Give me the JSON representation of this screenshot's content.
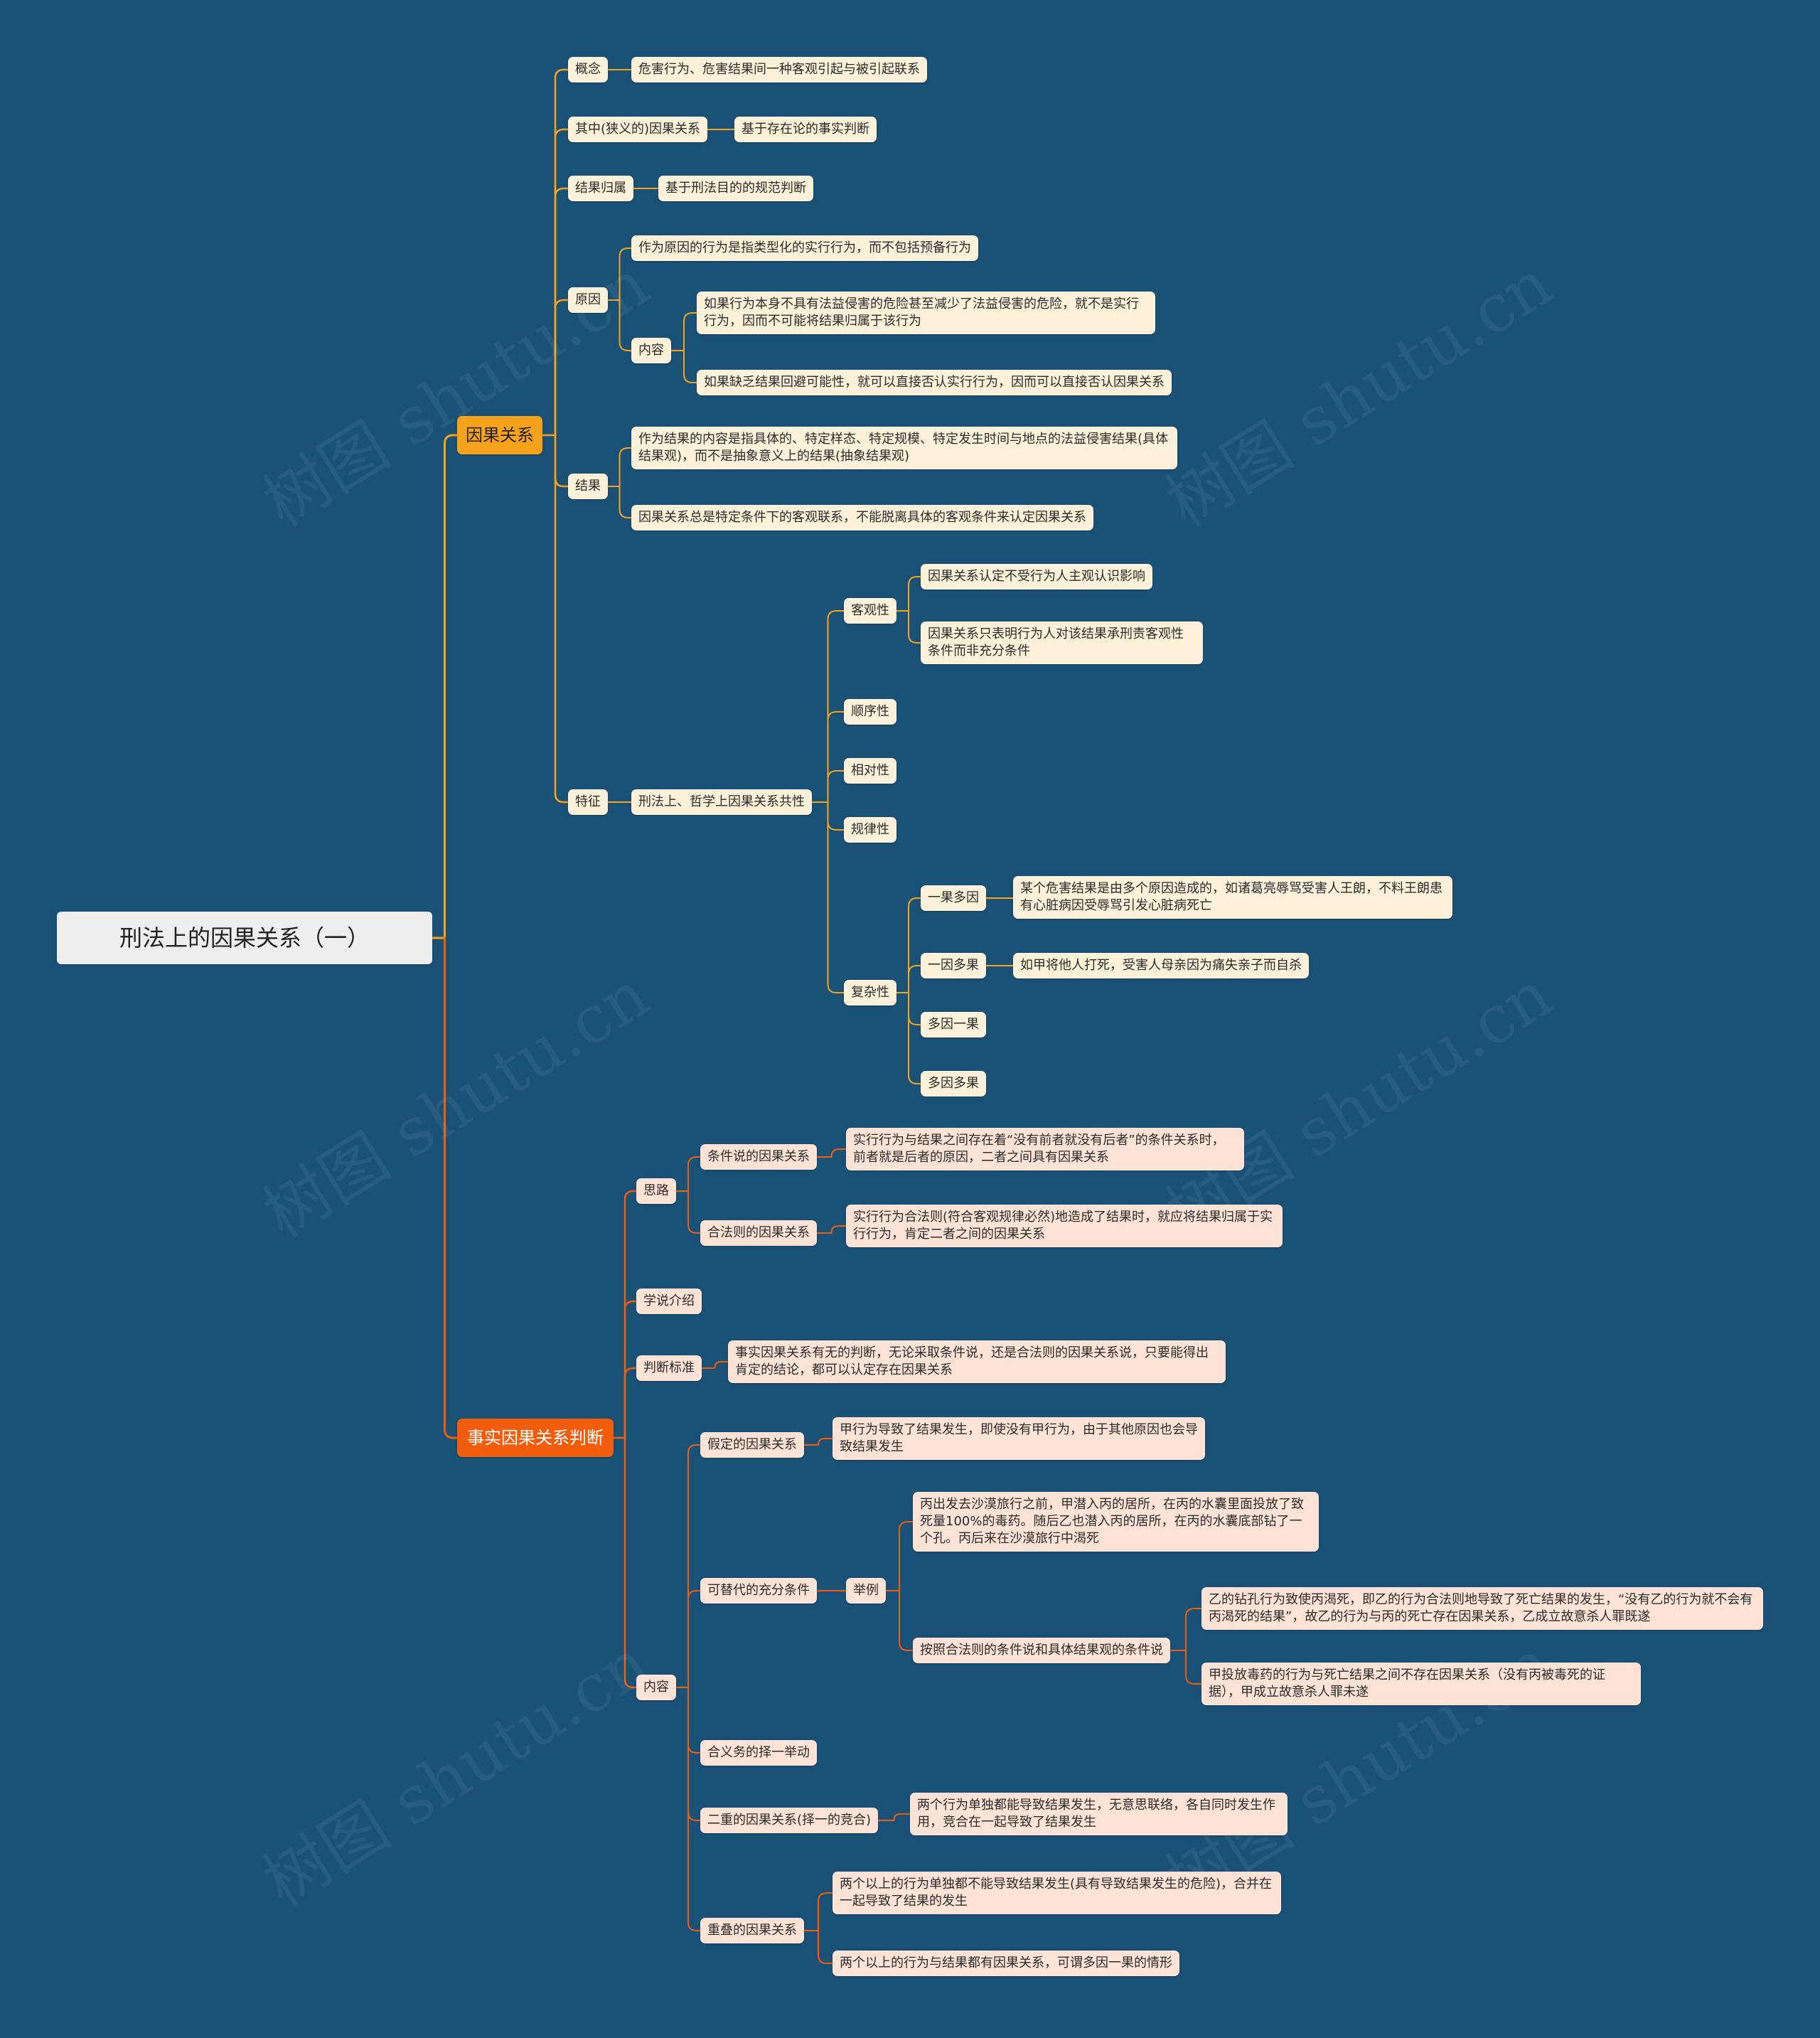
{
  "root": "刑法上的因果关系（一）",
  "branch_a": {
    "label": "因果关系",
    "concept": "概念",
    "concept_def": "危害行为、危害结果间一种客观引起与被引起联系",
    "narrow": "其中(狭义的)因果关系",
    "narrow_def": "基于存在论的事实判断",
    "attribution": "结果归属",
    "attribution_def": "基于刑法目的的规范判断",
    "cause": "原因",
    "cause_c1": "作为原因的行为是指类型化的实行行为，而不包括预备行为",
    "content": "内容",
    "content_c1": "如果行为本身不具有法益侵害的危险甚至减少了法益侵害的危险，就不是实行行为，因而不可能将结果归属于该行为",
    "content_c2": "如果缺乏结果回避可能性，就可以直接否认实行行为，因而可以直接否认因果关系",
    "result": "结果",
    "result_c1": "作为结果的内容是指具体的、特定样态、特定规模、特定发生时间与地点的法益侵害结果(具体结果观)，而不是抽象意义上的结果(抽象结果观)",
    "result_c2": "因果关系总是特定条件下的客观联系，不能脱离具体的客观条件来认定因果关系",
    "feature": "特征",
    "common": "刑法上、哲学上因果关系共性",
    "objective": "客观性",
    "objective_c1": "因果关系认定不受行为人主观认识影响",
    "objective_c2": "因果关系只表明行为人对该结果承刑责客观性条件而非充分条件",
    "sequence": "顺序性",
    "relativity": "相对性",
    "regularity": "规律性",
    "complexity": "复杂性",
    "one_result_many_causes": "一果多因",
    "one_result_many_causes_ex": "某个危害结果是由多个原因造成的，如诸葛亮辱骂受害人王朗，不料王朗患有心脏病因受辱骂引发心脏病死亡",
    "one_cause_many_results": "一因多果",
    "one_cause_many_results_ex": "如甲将他人打死，受害人母亲因为痛失亲子而自杀",
    "many_causes_one_result": "多因一果",
    "many_causes_many_results": "多因多果"
  },
  "branch_b": {
    "label": "事实因果关系判断",
    "approach": "思路",
    "condition_theory": "条件说的因果关系",
    "condition_theory_def": "实行行为与结果之间存在着“没有前者就没有后者”的条件关系时，前者就是后者的原因，二者之间具有因果关系",
    "lawful_condition": "合法则的因果关系",
    "lawful_condition_def": "实行行为合法则(符合客观规律必然)地造成了结果时，就应将结果归属于实行行为，肯定二者之间的因果关系",
    "doctrine": "学说介绍",
    "standard": "判断标准",
    "standard_def": "事实因果关系有无的判断，无论采取条件说，还是合法则的因果关系说，只要能得出肯定的结论，都可以认定存在因果关系",
    "content": "内容",
    "hypothetical": "假定的因果关系",
    "hypothetical_def": "甲行为导致了结果发生，即使没有甲行为，由于其他原因也会导致结果发生",
    "alternative": "可替代的充分条件",
    "example": "举例",
    "example_case": "丙出发去沙漠旅行之前，甲潜入丙的居所，在丙的水囊里面投放了致死量100%的毒药。随后乙也潜入丙的居所，在丙的水囊底部钻了一个孔。丙后来在沙漠旅行中渴死",
    "by_theory": "按照合法则的条件说和具体结果观的条件说",
    "by_theory_c1": "乙的钻孔行为致使丙渴死，即乙的行为合法则地导致了死亡结果的发生，“没有乙的行为就不会有丙渴死的结果”，故乙的行为与丙的死亡存在因果关系，乙成立故意杀人罪既遂",
    "by_theory_c2": "甲投放毒药的行为与死亡结果之间不存在因果关系（没有丙被毒死的证据），甲成立故意杀人罪未遂",
    "duty_choice": "合义务的择一举动",
    "dual": "二重的因果关系(择一的竞合)",
    "dual_def": "两个行为单独都能导致结果发生，无意思联络，各自同时发生作用，竞合在一起导致了结果发生",
    "overlapping": "重叠的因果关系",
    "overlapping_c1": "两个以上的行为单独都不能导致结果发生(具有导致结果发生的危险)，合并在一起导致了结果的发生",
    "overlapping_c2": "两个以上的行为与结果都有因果关系，可谓多因一果的情形"
  },
  "watermark": "树图 shutu.cn",
  "colors": {
    "background": "#1a5177",
    "branch_a": "#f7a21b",
    "branch_b": "#f25c0d",
    "node_a": "#fdf1d9",
    "node_b": "#fde3d6",
    "root": "#eeeeee"
  }
}
